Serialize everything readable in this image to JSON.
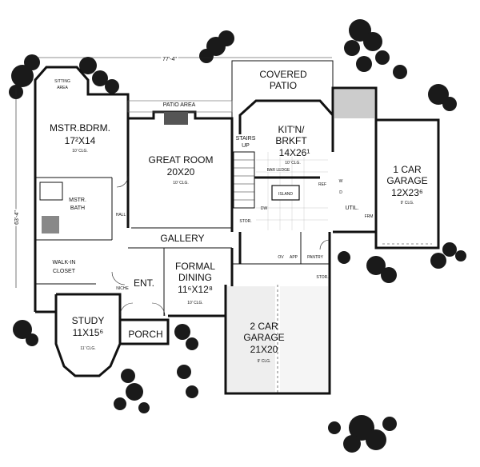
{
  "overall_width": "77'-4\"",
  "overall_depth": "63'-4\"",
  "rooms": {
    "sitting": {
      "name1": "SITTING",
      "name2": "AREA"
    },
    "master": {
      "name": "MSTR.BDRM.",
      "dim": "17²X14",
      "clg": "10' CLG."
    },
    "patio_area": {
      "name": "PATIO AREA"
    },
    "covered_patio": {
      "name1": "COVERED",
      "name2": "PATIO"
    },
    "great": {
      "name": "GREAT ROOM",
      "dim": "20X20",
      "clg": "10' CLG."
    },
    "stairs": {
      "name1": "STAIRS",
      "name2": "UP"
    },
    "kitchen": {
      "name1": "KIT'N/",
      "name2": "BRKFT",
      "dim": "14X26¹",
      "clg": "10' CLG."
    },
    "one_car": {
      "name1": "1 CAR",
      "name2": "GARAGE",
      "dim": "12X23⁶",
      "clg": "9' CLG."
    },
    "mstr_bath": {
      "name1": "MSTR.",
      "name2": "BATH"
    },
    "hall": {
      "name": "HALL"
    },
    "walkin": {
      "name1": "WALK-IN",
      "name2": "CLOSET"
    },
    "gallery": {
      "name": "GALLERY"
    },
    "formal_dining": {
      "name1": "FORMAL",
      "name2": "DINING",
      "dim": "11⁶X12⁸",
      "clg": "10' CLG."
    },
    "ent": {
      "name": "ENT."
    },
    "niche": {
      "name": "NICHE"
    },
    "study": {
      "name": "STUDY",
      "dim": "11X15⁶",
      "clg": "11' CLG."
    },
    "porch": {
      "name": "PORCH"
    },
    "two_car": {
      "name1": "2 CAR",
      "name2": "GARAGE",
      "dim": "21X20",
      "clg": "9' CLG."
    },
    "util": {
      "name": "UTIL."
    }
  },
  "fixtures": {
    "bar_ledge": "BAR LEDGE",
    "island": "ISLAND",
    "dw": "DW",
    "ref": "REF",
    "stor1": "STOR.",
    "stor2": "STOR.",
    "ov": "OV",
    "app": "APP",
    "pantry": "PANTRY",
    "w": "W",
    "d": "D",
    "frm": "FRM"
  }
}
